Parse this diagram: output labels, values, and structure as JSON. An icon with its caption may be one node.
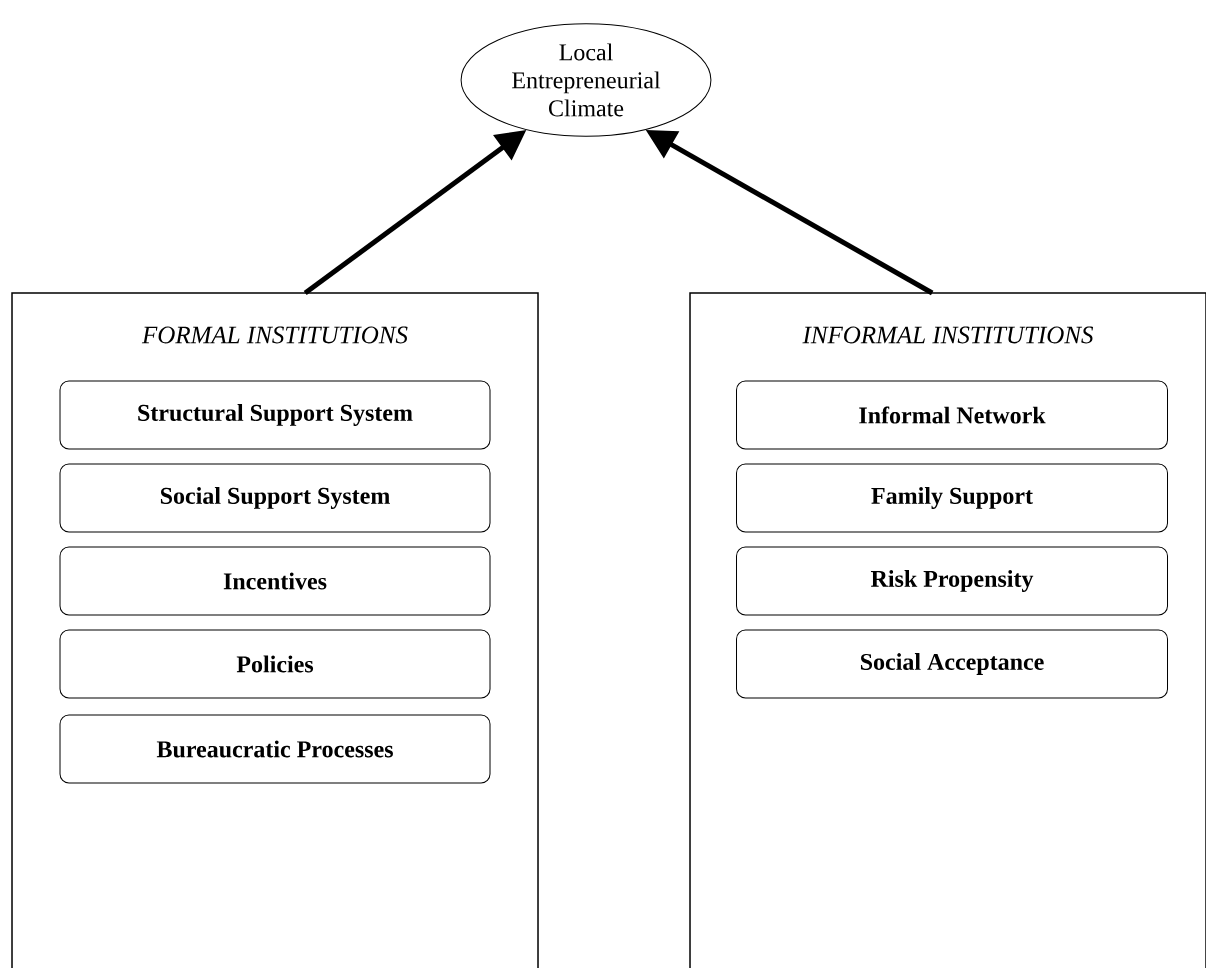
{
  "diagram": {
    "nodes": [
      {
        "text": [
          "Local Entrepreneurial Climate"
        ]
      },
      {
        "text": [
          "FORMAL INSTITUTIONS"
        ]
      },
      {
        "text": [
          "Structural Support System"
        ],
        "in": 1
      },
      {
        "text": [
          "Social Support System"
        ],
        "in": 1
      },
      {
        "text": [
          "Incentives"
        ],
        "in": 1
      },
      {
        "text": [
          "Policies"
        ],
        "in": 1
      },
      {
        "text": [
          "Bureaucratic Processes"
        ],
        "in": 1
      },
      {
        "text": [
          "INFORMAL INSTITUTIONS"
        ]
      },
      {
        "text": [
          "Informal Network"
        ],
        "in": 7
      },
      {
        "text": [
          "Family Support"
        ],
        "in": 7
      },
      {
        "text": [
          "Risk Propensity"
        ],
        "in": 7
      },
      {
        "text": [
          "Social Acceptance"
        ],
        "in": 7
      }
    ],
    "edges": [
      {
        "from": 1,
        "to": 0,
        "arrow": "to"
      },
      {
        "from": 7,
        "to": 0,
        "arrow": "to"
      }
    ]
  }
}
